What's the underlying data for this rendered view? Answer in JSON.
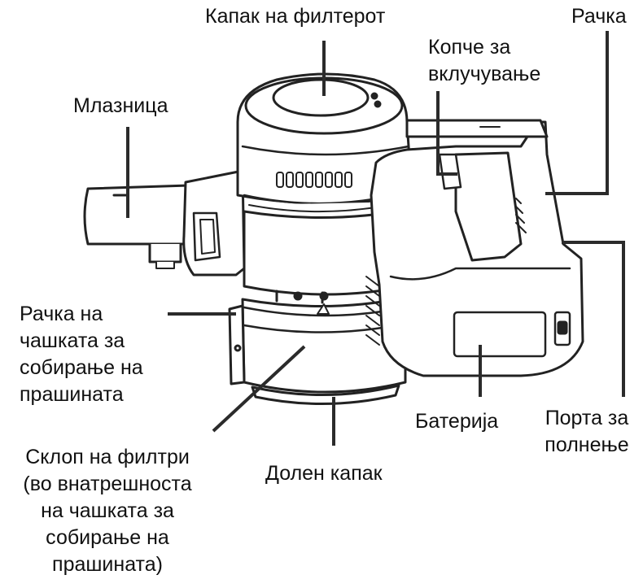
{
  "labels": {
    "filter_cover": "Капак на филтерот",
    "power_button": [
      "Копче за",
      "вклучување"
    ],
    "handle": "Рачка",
    "nozzle": "Млазница",
    "dust_cup_handle": [
      "Рачка на",
      "чашката за",
      "собирање на",
      "прашината"
    ],
    "filter_assembly": [
      "Склоп на филтри",
      "(во внатрешноста",
      "на чашката за",
      "собирање на",
      "прашината)"
    ],
    "bottom_cover": "Долен капак",
    "battery": "Батерија",
    "charging_port": [
      "Порта за",
      "полнење"
    ]
  }
}
